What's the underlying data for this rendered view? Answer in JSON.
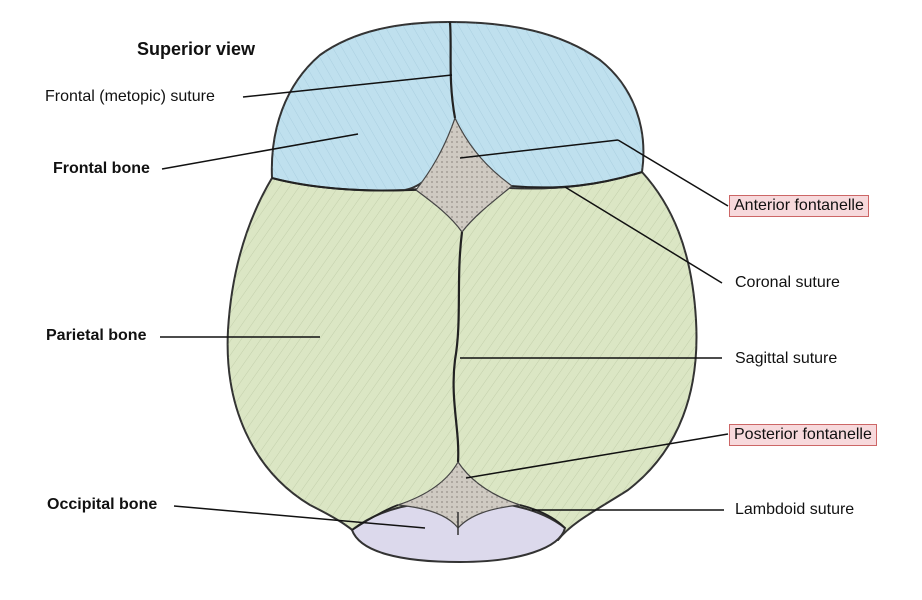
{
  "title": "Superior view",
  "labels": {
    "frontal_metopic_suture": "Frontal (metopic) suture",
    "frontal_bone": "Frontal bone",
    "parietal_bone": "Parietal bone",
    "occipital_bone": "Occipital bone",
    "anterior_fontanelle": "Anterior fontanelle",
    "coronal_suture": "Coronal suture",
    "sagittal_suture": "Sagittal suture",
    "posterior_fontanelle": "Posterior fontanelle",
    "lambdoid_suture": "Lambdoid suture"
  },
  "colors": {
    "frontal": "#bfe0ee",
    "parietal": "#dbe6c4",
    "occipital": "#dcd9ec",
    "fontanelle": "#cfcac2",
    "highlight_box": "#f7d9dc"
  }
}
